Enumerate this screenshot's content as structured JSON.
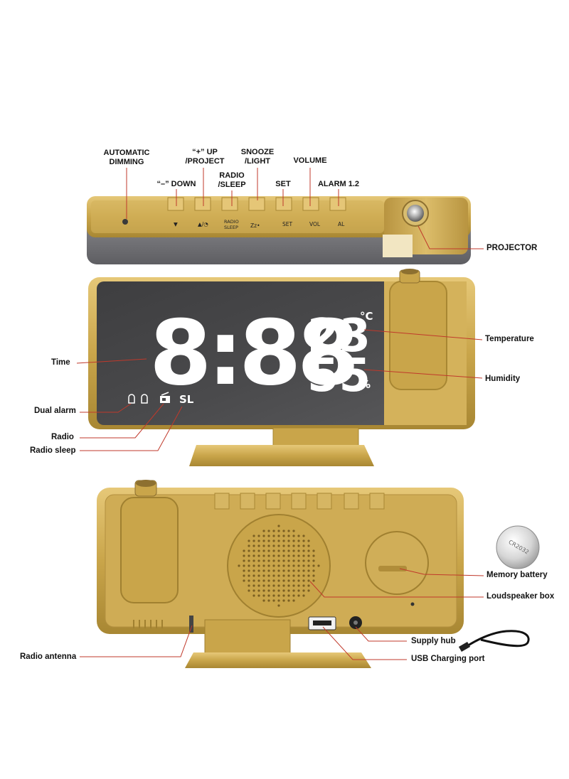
{
  "top_view": {
    "labels": {
      "automatic_dimming": "AUTOMATIC\nDIMMING",
      "down": "“–” DOWN",
      "up_project": "“+” UP\n/PROJECT",
      "radio_sleep": "RADIO\n/SLEEP",
      "snooze_light": "SNOOZE\n/LIGHT",
      "set": "SET",
      "volume": "VOLUME",
      "alarm": "ALARM 1.2",
      "projector": "PROJECTOR"
    },
    "button_marks": {
      "down": "▼",
      "up": "▲/◔",
      "radio_sleep_1": "RADIO",
      "radio_sleep_2": "SLEEP",
      "snooze": "Zz•",
      "set": "SET",
      "vol": "VOL",
      "al": "AL"
    }
  },
  "front_view": {
    "display": {
      "time": "8:88",
      "temperature": "23",
      "temperature_unit": "°C",
      "humidity": "55",
      "humidity_unit": "%",
      "sleep_indicator": "SL"
    },
    "labels": {
      "time": "Time",
      "dual_alarm": "Dual alarm",
      "radio": "Radio",
      "radio_sleep": "Radio sleep",
      "temperature": "Temperature",
      "humidity": "Humidity"
    }
  },
  "back_view": {
    "labels": {
      "memory_battery": "Memory battery",
      "loudspeaker_box": "Loudspeaker box",
      "supply_hub": "Supply hub",
      "usb_charging_port": "USB Charging port",
      "radio_antenna": "Radio antenna"
    },
    "coin_cell_text": "CR2032"
  },
  "colors": {
    "gold": "#c9a54a",
    "gold_light": "#e2c46f",
    "gold_dark": "#9c7c2c",
    "screen": "#4a4a4c",
    "digits": "#ffffff",
    "callout": "#c0392b"
  }
}
